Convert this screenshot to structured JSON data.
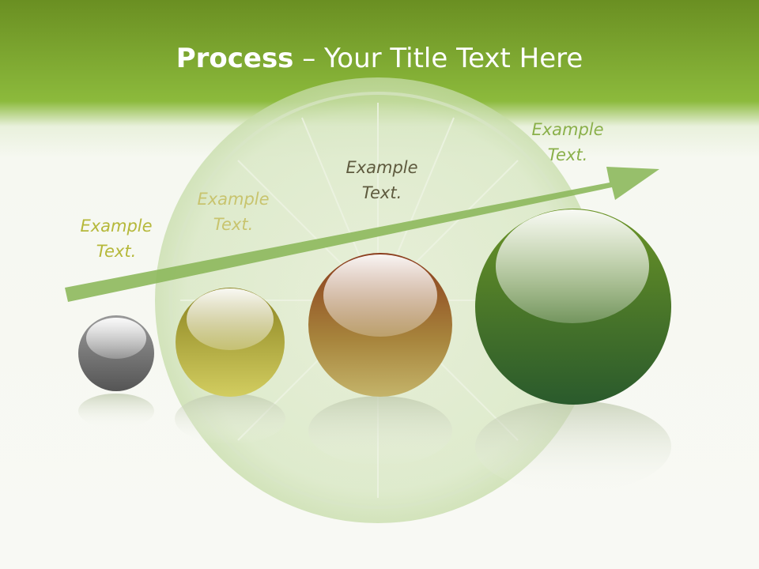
{
  "title": {
    "bold": "Process",
    "rest": " – Your Title Text Here"
  },
  "steps": [
    {
      "line1": "Example",
      "line2": "Text.",
      "color": "#b5b83a"
    },
    {
      "line1": "Example",
      "line2": "Text.",
      "color": "#c8c46e"
    },
    {
      "line1": "Example",
      "line2": "Text.",
      "color": "#5e5a3e"
    },
    {
      "line1": "Example",
      "line2": "Text.",
      "color": "#8ab04a"
    }
  ],
  "colors": {
    "header_top": "#6a8f22",
    "header_bottom": "#8cba3c",
    "arrow": "#8db85c",
    "sphere_gray": "#707070",
    "sphere_yellow": "#b8b23a",
    "sphere_amber": "#a0582a",
    "sphere_green": "#2f6a2a"
  }
}
